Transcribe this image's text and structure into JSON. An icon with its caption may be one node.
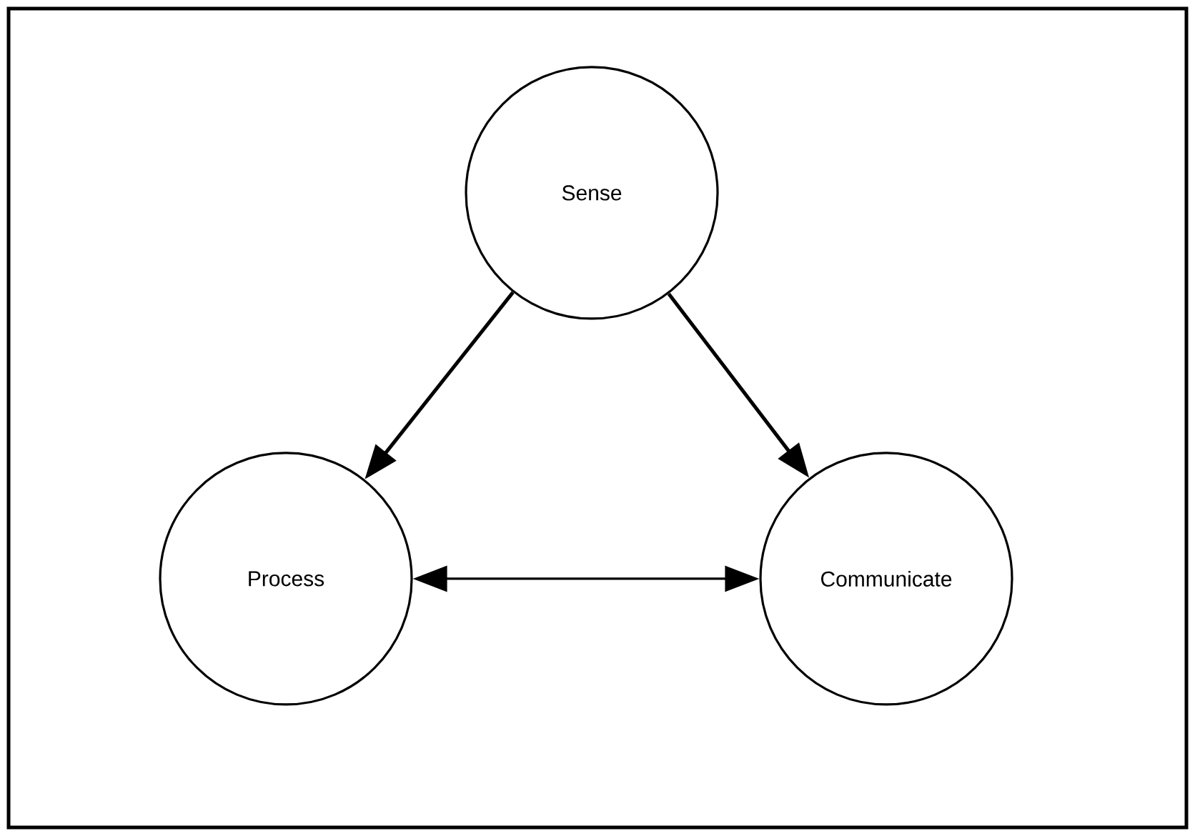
{
  "diagram": {
    "nodes": [
      {
        "text": [
          "Sense"
        ]
      },
      {
        "text": [
          "Process"
        ]
      },
      {
        "text": [
          "Communicate"
        ]
      }
    ],
    "edges": [
      {
        "from": 0,
        "to": 1,
        "arrow": "to"
      },
      {
        "from": 0,
        "to": 2,
        "arrow": "to"
      },
      {
        "from": 1,
        "to": 2,
        "arrow": "both"
      }
    ]
  }
}
